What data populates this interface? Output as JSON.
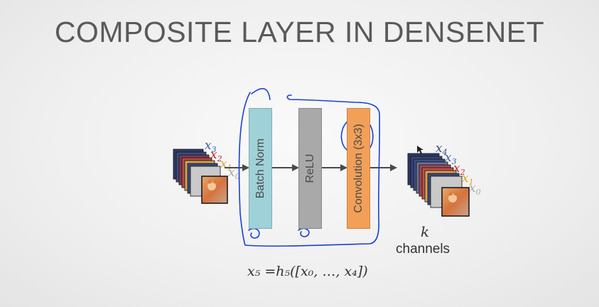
{
  "slide": {
    "title": "COMPOSITE LAYER IN DENSENET"
  },
  "layers": [
    {
      "label": "Batch Norm",
      "color": "#9fd1d8"
    },
    {
      "label": "ReLU",
      "color": "#a9a9a9"
    },
    {
      "label": "Convolution (3x3)",
      "color": "#f2a058"
    }
  ],
  "inputs": {
    "labels": [
      {
        "base": "x",
        "sub": "3",
        "color": "#3b5fa0"
      },
      {
        "base": "x",
        "sub": "2",
        "color": "#c0282b"
      },
      {
        "base": "x",
        "sub": "1",
        "color": "#d9a321"
      },
      {
        "base": "x",
        "sub": "0",
        "color": "#a8a8a8"
      }
    ]
  },
  "outputs": {
    "labels": [
      {
        "base": "x",
        "sub": "4",
        "color": "#3c4a7a"
      },
      {
        "base": "x",
        "sub": "3",
        "color": "#3b5fa0"
      },
      {
        "base": "x",
        "sub": "2",
        "color": "#c0282b"
      },
      {
        "base": "x",
        "sub": "1",
        "color": "#d9a321"
      },
      {
        "base": "x",
        "sub": "0",
        "color": "#a8a8a8"
      }
    ],
    "k": "k",
    "channels": "channels"
  },
  "formula": "x₅ =h₅([x₀, …, x₄])",
  "colors": {
    "annotation": "#1a3fd6",
    "stack_dark": "#2c3a68",
    "arrow": "#4a4a4a"
  }
}
